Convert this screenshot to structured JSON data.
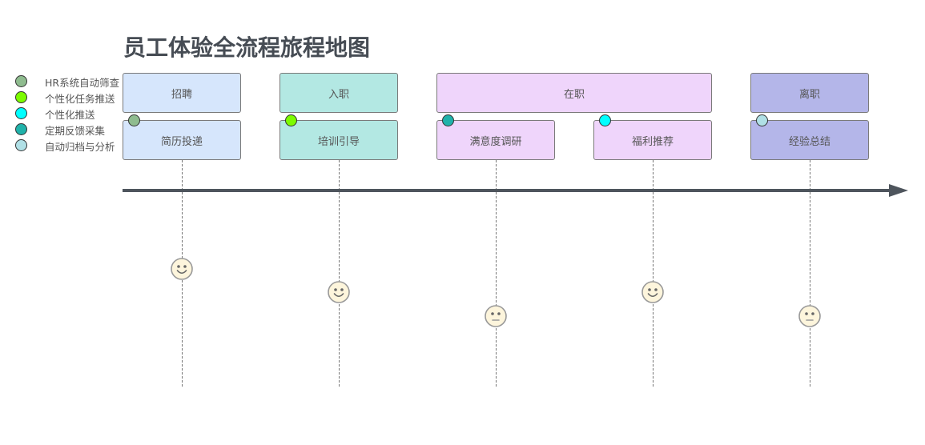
{
  "title": "员工体验全流程旅程地图",
  "legend": [
    {
      "label": "HR系统自动筛查",
      "color": "#8fbc8f"
    },
    {
      "label": "个性化任务推送",
      "color": "#7cfc00"
    },
    {
      "label": "个性化推送",
      "color": "#00ffff"
    },
    {
      "label": "定期反馈采集",
      "color": "#20b2aa"
    },
    {
      "label": "自动归档与分析",
      "color": "#b0e0e6"
    }
  ],
  "stages": [
    {
      "label": "招聘",
      "color": "#d6e6fc"
    },
    {
      "label": "入职",
      "color": "#b3e8e3"
    },
    {
      "label": "在职",
      "color": "#efd5fb"
    },
    {
      "label": "离职",
      "color": "#b4b6e9"
    }
  ],
  "touchpoints": [
    {
      "label": "简历投递",
      "stage": "招聘",
      "color": "#d6e6fc",
      "tech_color": "#8fbc8f",
      "sentiment": "happy"
    },
    {
      "label": "培训引导",
      "stage": "入职",
      "color": "#b3e8e3",
      "tech_color": "#7cfc00",
      "sentiment": "happy"
    },
    {
      "label": "满意度调研",
      "stage": "在职",
      "color": "#efd5fb",
      "tech_color": "#20b2aa",
      "sentiment": "neutral"
    },
    {
      "label": "福利推荐",
      "stage": "在职",
      "color": "#efd5fb",
      "tech_color": "#00ffff",
      "sentiment": "happy"
    },
    {
      "label": "经验总结",
      "stage": "离职",
      "color": "#b4b6e9",
      "tech_color": "#b0e0e6",
      "sentiment": "neutral"
    }
  ],
  "colors": {
    "axis": "#4e555d",
    "face_fill": "#fdf5dc",
    "face_stroke": "#999999",
    "face_features": "#666666"
  }
}
